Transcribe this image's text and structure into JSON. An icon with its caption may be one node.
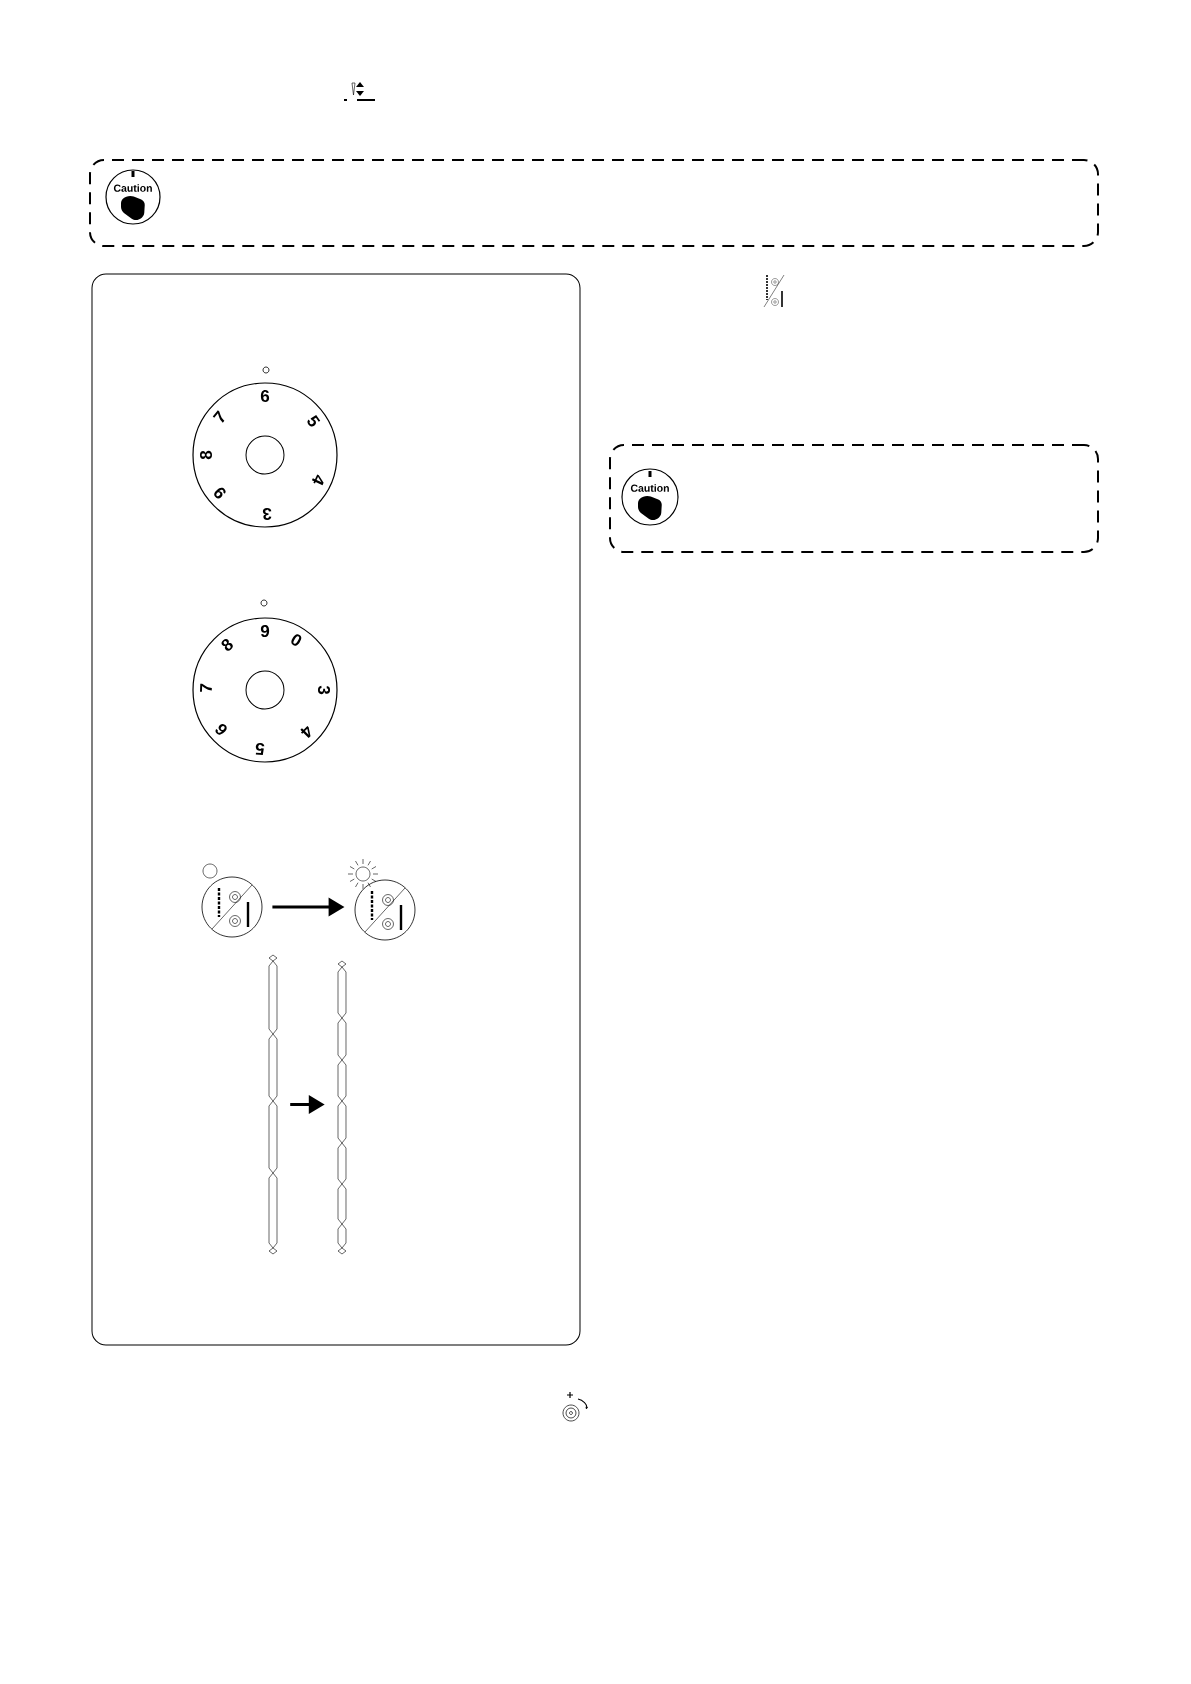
{
  "diagram": {
    "nodes": [
      {
        "text": [],
        "shape": "box"
      },
      {
        "text": [
          "Caution"
        ],
        "in": 0
      },
      {
        "text": [],
        "shape": "box"
      },
      {
        "text": [
          "6",
          "5",
          "4",
          "3",
          "9",
          "8",
          "7"
        ],
        "in": 2
      },
      {
        "text": [
          "9",
          "0",
          "3",
          "4",
          "5",
          "6",
          "7",
          "8"
        ],
        "in": 2
      },
      {
        "text": [],
        "shape": "circle",
        "in": 2
      },
      {
        "text": [],
        "shape": "circle",
        "in": 2
      },
      {
        "text": [],
        "shape": "picture",
        "in": 2
      },
      {
        "text": [],
        "shape": "picture",
        "in": 2
      },
      {
        "text": [],
        "shape": "box"
      },
      {
        "text": [
          "Caution"
        ],
        "in": 9
      }
    ],
    "edges": [
      {
        "from": 5,
        "to": 6,
        "arrow": "to"
      },
      {
        "from": 7,
        "to": 8,
        "arrow": "to"
      }
    ]
  }
}
